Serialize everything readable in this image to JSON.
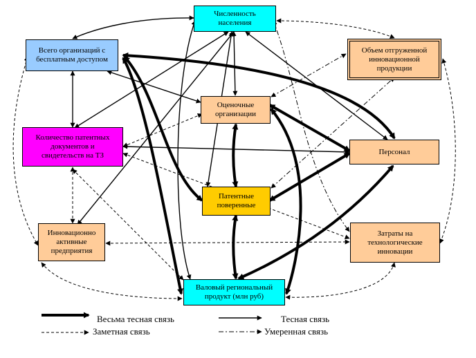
{
  "nodes": [
    {
      "id": "population",
      "label": "Численность\nнаселения",
      "color": "#00FFFF"
    },
    {
      "id": "orgs",
      "label": "Всего организаций с\nбесплатным доступом",
      "color": "#99CCFF"
    },
    {
      "id": "shipped",
      "label": "Объем отгруженной\nинновационной\nпродукции",
      "color": "#FFCC99"
    },
    {
      "id": "appraisal",
      "label": "Оценочные\nорганизации",
      "color": "#FFCC99"
    },
    {
      "id": "patents_docs",
      "label": "Количество патентных\nдокументов и\nсвидетельств на ТЗ",
      "color": "#FF00FF"
    },
    {
      "id": "personnel",
      "label": "Персонал",
      "color": "#FFCC99"
    },
    {
      "id": "attorneys",
      "label": "Патентные\nповеренные",
      "color": "#FFCC00"
    },
    {
      "id": "innov_ent",
      "label": "Инновационно\nактивные\nпредприятия",
      "color": "#FFCC99"
    },
    {
      "id": "tech_costs",
      "label": "Затраты на\nтехнологические\nинновации",
      "color": "#FFCC99"
    },
    {
      "id": "grp",
      "label": "Валовый региональный\nпродукт (млн руб)",
      "color": "#00FFFF"
    }
  ],
  "legend": {
    "very_strong": "Весьма тесная связь",
    "strong": "Тесная связь",
    "noticeable": "Заметная связь",
    "moderate": "Умеренная связь"
  }
}
